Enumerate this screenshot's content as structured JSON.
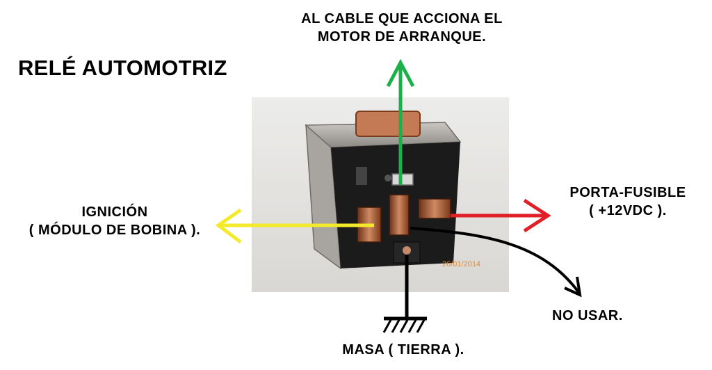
{
  "title": "RELÉ AUTOMOTRIZ",
  "labels": {
    "top": {
      "line1": "AL CABLE QUE ACCIONA EL",
      "line2": "MOTOR DE ARRANQUE."
    },
    "ignition": {
      "line1": "IGNICIÓN",
      "line2": "( MÓDULO DE BOBINA )."
    },
    "porta": {
      "line1": "PORTA-FUSIBLE",
      "line2": "( +12VDC )."
    },
    "no_usar": "NO USAR.",
    "masa": "MASA ( TIERRA )."
  },
  "photo": {
    "date_stamp": "26/01/2014"
  },
  "colors": {
    "starter_arrow": "#1bb04a",
    "ignition_arrow": "#f2ea2a",
    "porta_arrow": "#e01f26",
    "no_usar_arrow": "#000000",
    "ground": "#000000"
  }
}
